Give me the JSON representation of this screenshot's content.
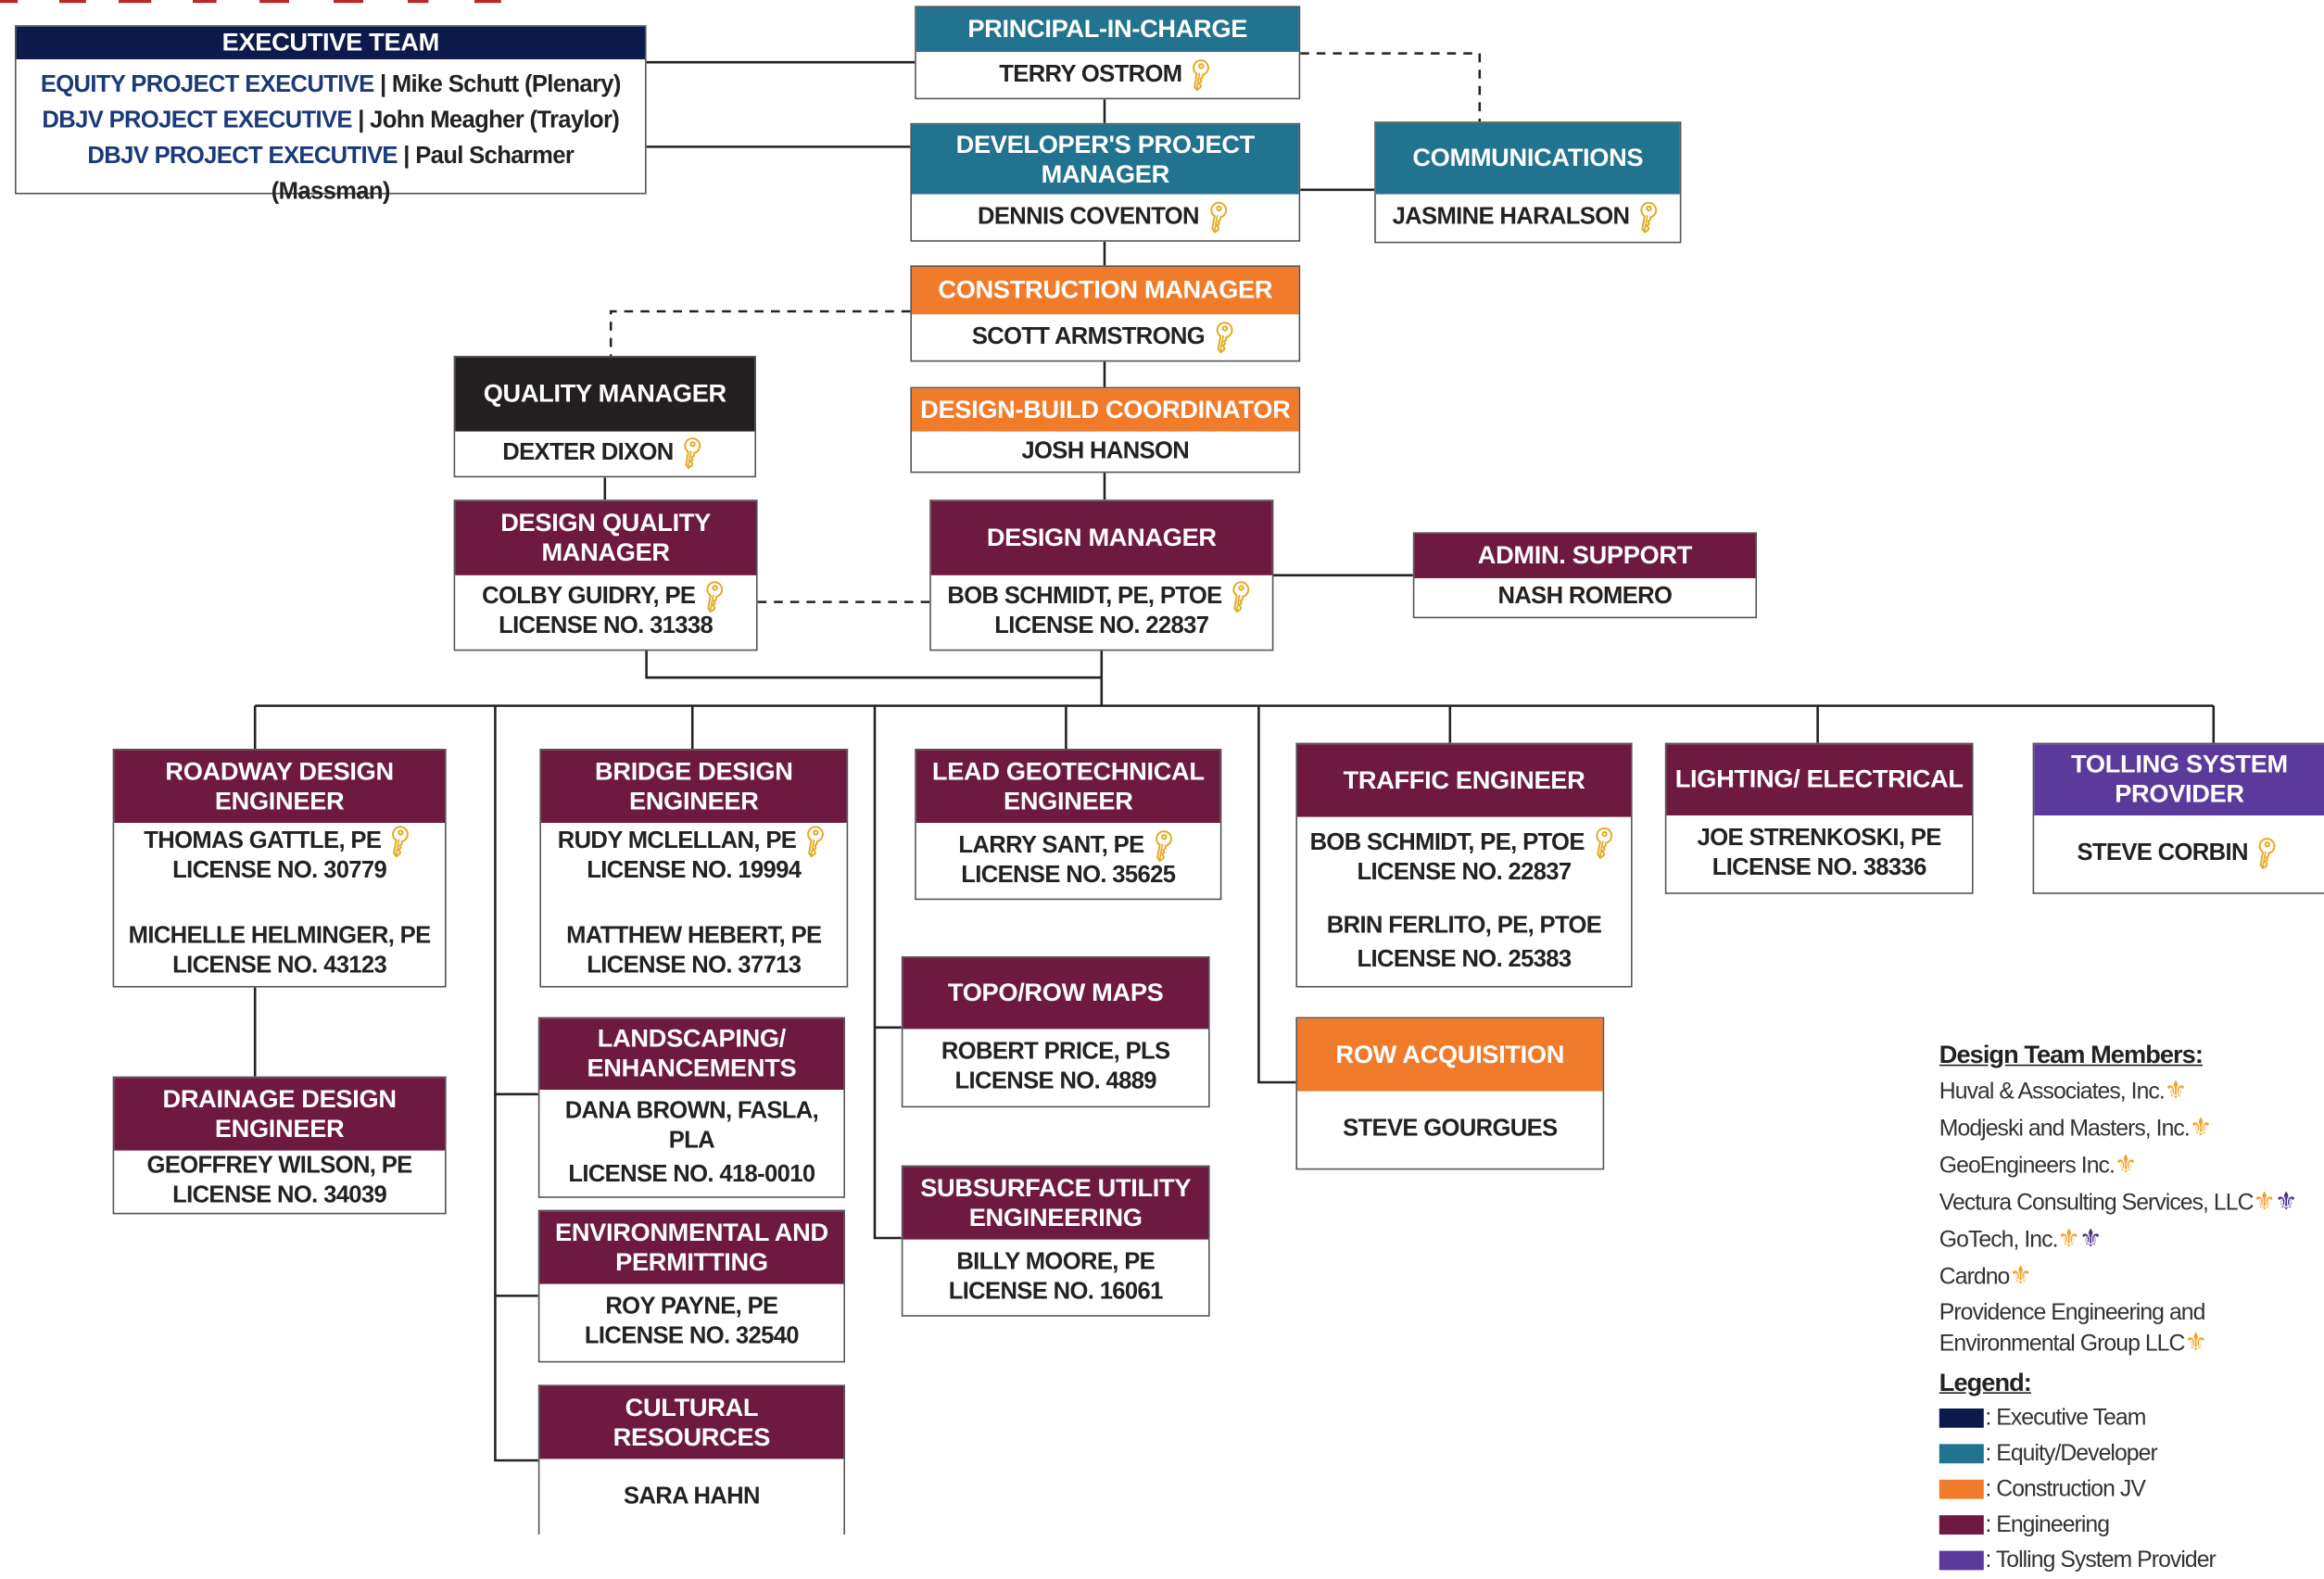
{
  "executive_team": {
    "title": "EXECUTIVE TEAM",
    "rows": [
      {
        "role": "EQUITY PROJECT EXECUTIVE",
        "name": "Mike Schutt (Plenary)"
      },
      {
        "role": "DBJV PROJECT EXECUTIVE",
        "name": "John Meagher (Traylor)"
      },
      {
        "role": "DBJV PROJECT EXECUTIVE",
        "name": "Paul Scharmer (Massman)"
      }
    ],
    "separator": "|"
  },
  "principal": {
    "title": "PRINCIPAL-IN-CHARGE",
    "person": "TERRY OSTROM"
  },
  "developer_pm": {
    "title": "DEVELOPER'S PROJECT MANAGER",
    "person": "DENNIS COVENTON"
  },
  "communications": {
    "title": "COMMUNICATIONS",
    "person": "JASMINE HARALSON"
  },
  "construction_manager": {
    "title": "CONSTRUCTION MANAGER",
    "person": "SCOTT ARMSTRONG"
  },
  "quality_manager": {
    "title": "QUALITY MANAGER",
    "person": "DEXTER DIXON"
  },
  "db_coordinator": {
    "title": "DESIGN-BUILD COORDINATOR",
    "person": "JOSH HANSON"
  },
  "design_quality_manager": {
    "title": "DESIGN QUALITY MANAGER",
    "person": "COLBY GUIDRY, PE",
    "license": "LICENSE NO. 31338"
  },
  "design_manager": {
    "title": "DESIGN MANAGER",
    "person": "BOB SCHMIDT, PE, PTOE",
    "license": "LICENSE NO. 22837"
  },
  "admin_support": {
    "title": "ADMIN. SUPPORT",
    "person": "NASH ROMERO"
  },
  "roadway": {
    "title": "ROADWAY DESIGN ENGINEER",
    "p1": "THOMAS GATTLE, PE",
    "l1": "LICENSE NO. 30779",
    "p2": "MICHELLE HELMINGER, PE",
    "l2": "LICENSE NO. 43123"
  },
  "drainage": {
    "title": "DRAINAGE DESIGN ENGINEER",
    "p1": "GEOFFREY WILSON, PE",
    "l1": "LICENSE NO. 34039"
  },
  "bridge": {
    "title": "BRIDGE DESIGN ENGINEER",
    "p1": "RUDY MCLELLAN, PE",
    "l1": "LICENSE NO. 19994",
    "p2": "MATTHEW HEBERT, PE",
    "l2": "LICENSE NO. 37713"
  },
  "landscaping": {
    "title": "LANDSCAPING/ ENHANCEMENTS",
    "p1": "DANA BROWN, FASLA, PLA",
    "l1": "LICENSE NO. 418-0010"
  },
  "environmental": {
    "title": "ENVIRONMENTAL AND PERMITTING",
    "p1": "ROY PAYNE, PE",
    "l1": "LICENSE NO. 32540"
  },
  "cultural": {
    "title": "CULTURAL RESOURCES",
    "p1": "SARA HAHN"
  },
  "geotech": {
    "title": "LEAD GEOTECHNICAL ENGINEER",
    "p1": "LARRY SANT, PE",
    "l1": "LICENSE NO. 35625"
  },
  "topo": {
    "title": "TOPO/ROW MAPS",
    "p1": "ROBERT PRICE, PLS",
    "l1": "LICENSE NO. 4889"
  },
  "sue": {
    "title": "SUBSURFACE UTILITY ENGINEERING",
    "p1": "BILLY MOORE, PE",
    "l1": "LICENSE NO. 16061"
  },
  "traffic": {
    "title": "TRAFFIC ENGINEER",
    "p1": "BOB SCHMIDT, PE, PTOE",
    "l1": "LICENSE NO. 22837",
    "p2": "BRIN FERLITO, PE, PTOE",
    "l2": "LICENSE NO. 25383"
  },
  "row_acq": {
    "title": "ROW ACQUISITION",
    "p1": "STEVE GOURGUES"
  },
  "lighting": {
    "title": "LIGHTING/ ELECTRICAL",
    "p1": "JOE STRENKOSKI, PE",
    "l1": "LICENSE NO. 38336"
  },
  "tolling": {
    "title": "TOLLING SYSTEM PROVIDER",
    "p1": "STEVE CORBIN"
  },
  "design_team": {
    "title": "Design Team Members:",
    "members": [
      {
        "name": "Huval & Associates, Inc.",
        "marks": [
          "fleur-orange"
        ]
      },
      {
        "name": "Modjeski and Masters, Inc.",
        "marks": [
          "fleur-orange"
        ]
      },
      {
        "name": "GeoEngineers Inc.",
        "marks": [
          "fleur-orange"
        ]
      },
      {
        "name": "Vectura Consulting Services, LLC",
        "marks": [
          "fleur-orange",
          "fleur-purple"
        ]
      },
      {
        "name": "GoTech, Inc.",
        "marks": [
          "fleur-orange",
          "fleur-purple"
        ]
      },
      {
        "name": "Cardno",
        "marks": [
          "fleur-orange"
        ]
      },
      {
        "name": "Providence Engineering and",
        "name2": "Environmental Group LLC",
        "marks": [
          "fleur-orange"
        ]
      }
    ]
  },
  "legend": {
    "title": "Legend:",
    "items": [
      {
        "label": "Executive Team",
        "color": "#0d1b4c"
      },
      {
        "label": "Equity/Developer",
        "color": "#21738f"
      },
      {
        "label": "Construction JV",
        "color": "#f07b2a"
      },
      {
        "label": "Engineering",
        "color": "#6e1a40"
      },
      {
        "label": "Tolling System Provider",
        "color": "#5b3a9b"
      }
    ]
  },
  "colors": {
    "key_icon": "#e3ac26",
    "fleur_orange": "#f0a126",
    "fleur_purple": "#4b2d87",
    "title_red": "#b52a2a"
  }
}
